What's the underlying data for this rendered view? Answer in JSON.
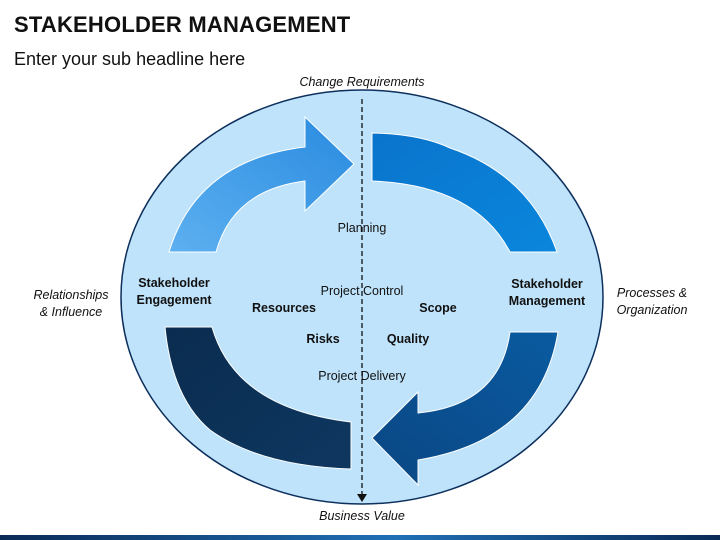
{
  "slide": {
    "title": "STAKEHOLDER MANAGEMENT",
    "subtitle": "Enter your sub headline here"
  },
  "diagram": {
    "top_label": "Change Requirements",
    "bottom_label": "Business Value",
    "left_outer_label": [
      "Relationships",
      "& Influence"
    ],
    "right_outer_label": [
      "Processes &",
      "Organization"
    ],
    "left_inner_label": [
      "Stakeholder",
      "Engagement"
    ],
    "right_inner_label": [
      "Stakeholder",
      "Management"
    ],
    "center": {
      "planning": "Planning",
      "project_control": "Project Control",
      "resources": "Resources",
      "scope": "Scope",
      "risks": "Risks",
      "quality": "Quality",
      "project_delivery": "Project Delivery"
    },
    "colors": {
      "ellipse_fill": "#bfe3fb",
      "ellipse_stroke": "#0d2f5c",
      "arrow_top_left": "#3d9ae8",
      "arrow_top_right": "#0a78cf",
      "arrow_bottom_right": "#0a4f8f",
      "arrow_bottom_left": "#0b2f52"
    }
  }
}
